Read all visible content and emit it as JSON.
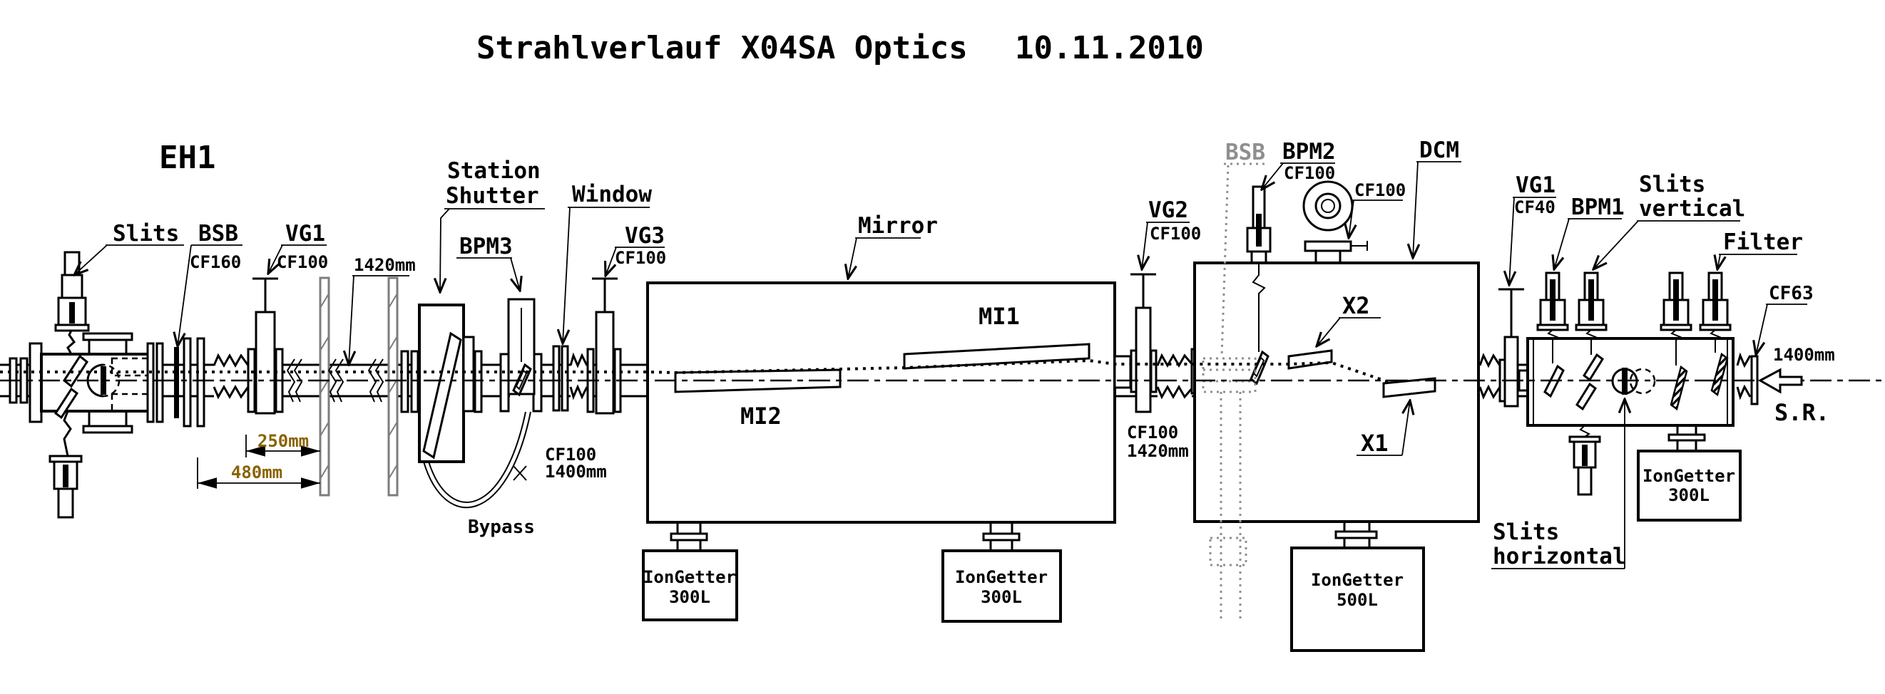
{
  "title": {
    "main": "Strahlverlauf X04SA Optics",
    "date": "10.11.2010"
  },
  "colors": {
    "ink": "#000000",
    "wall": "#7d7d7d",
    "ghost_gray": "#8f8f8f",
    "dimension_brown": "#8a6300",
    "background": "#ffffff"
  },
  "hutch": {
    "label": "EH1"
  },
  "left_section": {
    "slits": "Slits",
    "bsb": "BSB",
    "bsb_flange": "CF160",
    "vg1": "VG1",
    "vg1_flange": "CF100",
    "dim_wall": "1420mm",
    "dim_250": "250mm",
    "dim_480": "480mm",
    "station_shutter_line1": "Station",
    "station_shutter_line2": "Shutter",
    "bpm3": "BPM3",
    "window": "Window",
    "vg3": "VG3",
    "vg3_flange": "CF100",
    "bypass": "Bypass",
    "pipe_flange": "CF100",
    "pipe_length": "1400mm"
  },
  "mirror_section": {
    "mirror": "Mirror",
    "mi1": "MI1",
    "mi2": "MI2",
    "pump_left_line1": "IonGetter",
    "pump_left_line2": "300L",
    "pump_right_line1": "IonGetter",
    "pump_right_line2": "300L",
    "exit_flange": "CF100",
    "exit_length": "1420mm"
  },
  "dcm_section": {
    "vg2": "VG2",
    "vg2_flange": "CF100",
    "bsb": "BSB",
    "bpm2": "BPM2",
    "bpm2_flange": "CF100",
    "viewport_flange": "CF100",
    "dcm": "DCM",
    "x2": "X2",
    "x1": "X1",
    "pump_line1": "IonGetter",
    "pump_line2": "500L",
    "slits_h_line1": "Slits",
    "slits_h_line2": "horizontal"
  },
  "frontend_section": {
    "vg1": "VG1",
    "vg1_flange": "CF40",
    "bpm1": "BPM1",
    "slits_v_line1": "Slits",
    "slits_v_line2": "vertical",
    "filter": "Filter",
    "cf63": "CF63",
    "dim_source": "1400mm",
    "source": "S.R.",
    "pump_line1": "IonGetter",
    "pump_line2": "300L"
  }
}
